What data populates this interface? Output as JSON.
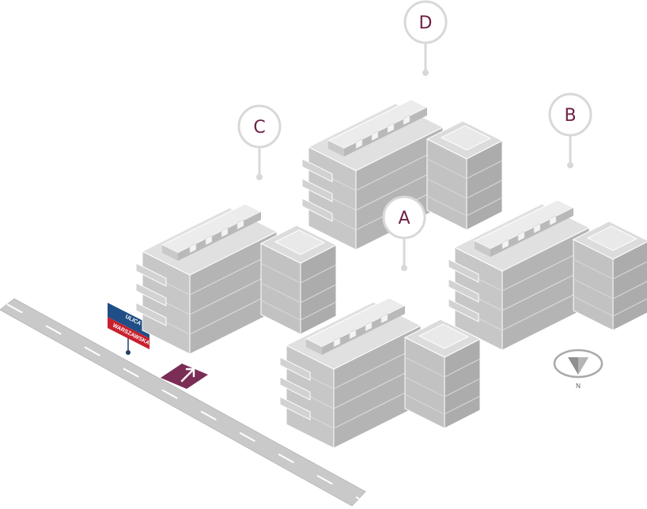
{
  "buildings": [
    {
      "id": "A",
      "label": "A"
    },
    {
      "id": "B",
      "label": "B"
    },
    {
      "id": "C",
      "label": "C"
    },
    {
      "id": "D",
      "label": "D"
    }
  ],
  "street_sign": {
    "line1": "ULICA",
    "line2": "WARSZAWSKA"
  },
  "compass": {
    "label": "N"
  },
  "colors": {
    "road": "#c8c8c8",
    "road_edge": "#b5b5b5",
    "accent": "#7a2d55",
    "pin": "#dcdcdc",
    "pin_text": "#6d1f45",
    "sign_top": "#1f4f86",
    "sign_bottom": "#c8202d",
    "roof": "#dedede",
    "wall_left": "#c4c4c4",
    "wall_right": "#b0b0b0"
  }
}
